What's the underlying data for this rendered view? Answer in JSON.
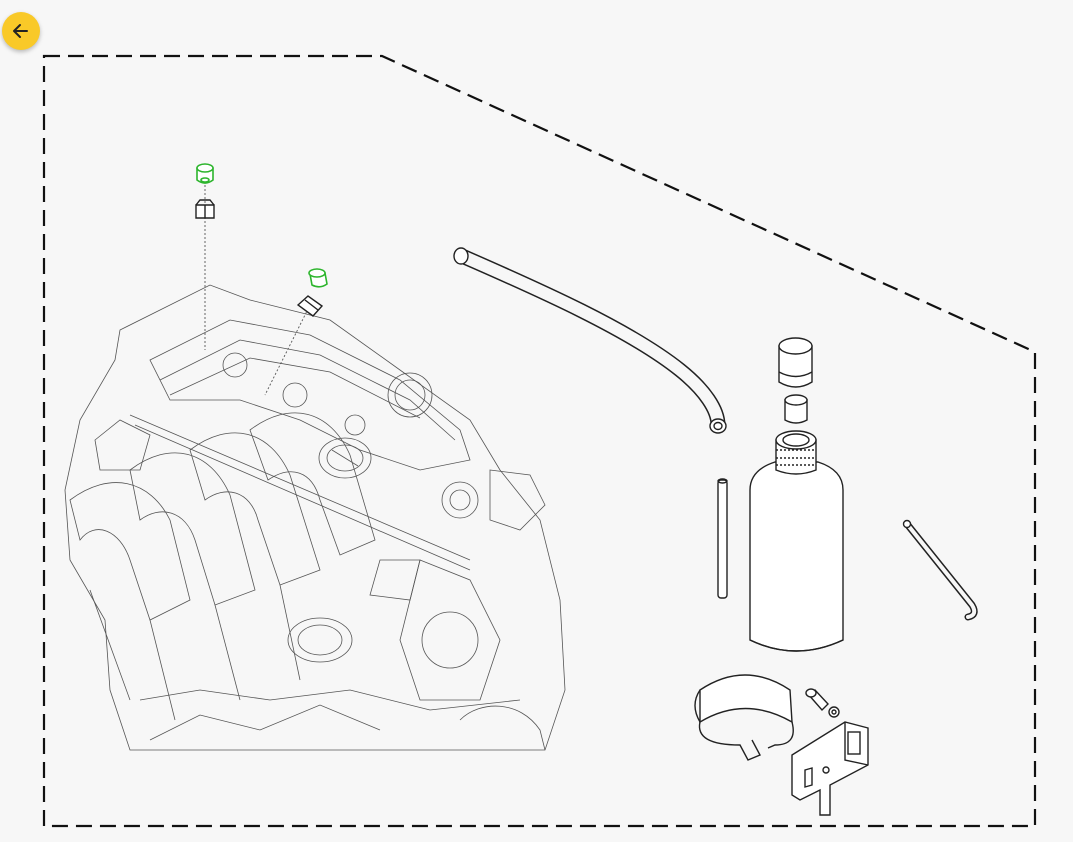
{
  "toolbar": {
    "back_icon": "arrow-left-icon",
    "accent_color": "#f9c928"
  },
  "diagram": {
    "kind": "exploded parts illustration",
    "kit_outline": "dashed-border",
    "highlight_color": "#2db52d",
    "parts": [
      "engine-block",
      "green-cap-1",
      "black-fitting-1",
      "green-cap-2",
      "black-fitting-2",
      "long-hose",
      "reservoir-bottle",
      "bottle-cap",
      "bottle-adapter",
      "short-tube",
      "small-hose",
      "strap-clamp",
      "mounting-bracket",
      "bolt",
      "washer"
    ]
  }
}
